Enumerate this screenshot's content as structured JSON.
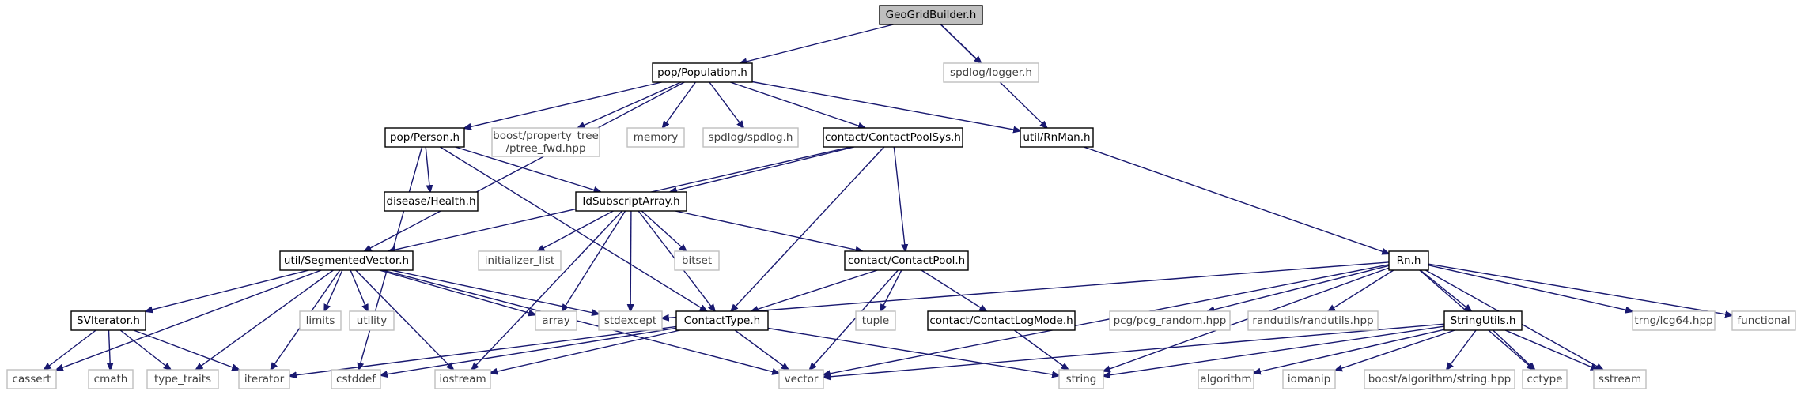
{
  "colors": {
    "edge": "#191970",
    "root_fill": "#bfbfbf",
    "root_stroke": "#000000",
    "internal_stroke": "#000000",
    "external_stroke": "#bfbfbf",
    "external_text": "#404040",
    "text": "#000000"
  },
  "nodes": [
    {
      "id": "geogridbuilder",
      "label": [
        "GeoGridBuilder.h"
      ],
      "kind": "root"
    },
    {
      "id": "population",
      "label": [
        "pop/Population.h"
      ],
      "kind": "internal"
    },
    {
      "id": "logger",
      "label": [
        "spdlog/logger.h"
      ],
      "kind": "external"
    },
    {
      "id": "person",
      "label": [
        "pop/Person.h"
      ],
      "kind": "internal"
    },
    {
      "id": "ptree_fwd",
      "label": [
        "boost/property_tree",
        "/ptree_fwd.hpp"
      ],
      "kind": "external"
    },
    {
      "id": "memory",
      "label": [
        "memory"
      ],
      "kind": "external"
    },
    {
      "id": "spdlog",
      "label": [
        "spdlog/spdlog.h"
      ],
      "kind": "external"
    },
    {
      "id": "contactpoolsys",
      "label": [
        "contact/ContactPoolSys.h"
      ],
      "kind": "internal"
    },
    {
      "id": "rnman",
      "label": [
        "util/RnMan.h"
      ],
      "kind": "internal"
    },
    {
      "id": "health",
      "label": [
        "disease/Health.h"
      ],
      "kind": "internal"
    },
    {
      "id": "idsubscript",
      "label": [
        "IdSubscriptArray.h"
      ],
      "kind": "internal"
    },
    {
      "id": "segmented",
      "label": [
        "util/SegmentedVector.h"
      ],
      "kind": "internal"
    },
    {
      "id": "initializer_list",
      "label": [
        "initializer_list"
      ],
      "kind": "external"
    },
    {
      "id": "bitset",
      "label": [
        "bitset"
      ],
      "kind": "external"
    },
    {
      "id": "contactpool",
      "label": [
        "contact/ContactPool.h"
      ],
      "kind": "internal"
    },
    {
      "id": "rn",
      "label": [
        "Rn.h"
      ],
      "kind": "internal"
    },
    {
      "id": "sviterator",
      "label": [
        "SVIterator.h"
      ],
      "kind": "internal"
    },
    {
      "id": "limits",
      "label": [
        "limits"
      ],
      "kind": "external"
    },
    {
      "id": "utility",
      "label": [
        "utility"
      ],
      "kind": "external"
    },
    {
      "id": "array",
      "label": [
        "array"
      ],
      "kind": "external"
    },
    {
      "id": "stdexcept",
      "label": [
        "stdexcept"
      ],
      "kind": "external"
    },
    {
      "id": "contacttype",
      "label": [
        "ContactType.h"
      ],
      "kind": "internal"
    },
    {
      "id": "tuple",
      "label": [
        "tuple"
      ],
      "kind": "external"
    },
    {
      "id": "contactlogmode",
      "label": [
        "contact/ContactLogMode.h"
      ],
      "kind": "internal"
    },
    {
      "id": "pcg_random",
      "label": [
        "pcg/pcg_random.hpp"
      ],
      "kind": "external"
    },
    {
      "id": "randutils",
      "label": [
        "randutils/randutils.hpp"
      ],
      "kind": "external"
    },
    {
      "id": "stringutils",
      "label": [
        "StringUtils.h"
      ],
      "kind": "internal"
    },
    {
      "id": "lcg64",
      "label": [
        "trng/lcg64.hpp"
      ],
      "kind": "external"
    },
    {
      "id": "functional",
      "label": [
        "functional"
      ],
      "kind": "external"
    },
    {
      "id": "cassert",
      "label": [
        "cassert"
      ],
      "kind": "external"
    },
    {
      "id": "cmath",
      "label": [
        "cmath"
      ],
      "kind": "external"
    },
    {
      "id": "type_traits",
      "label": [
        "type_traits"
      ],
      "kind": "external"
    },
    {
      "id": "iterator",
      "label": [
        "iterator"
      ],
      "kind": "external"
    },
    {
      "id": "cstddef",
      "label": [
        "cstddef"
      ],
      "kind": "external"
    },
    {
      "id": "iostream",
      "label": [
        "iostream"
      ],
      "kind": "external"
    },
    {
      "id": "vector",
      "label": [
        "vector"
      ],
      "kind": "external"
    },
    {
      "id": "string",
      "label": [
        "string"
      ],
      "kind": "external"
    },
    {
      "id": "algorithm",
      "label": [
        "algorithm"
      ],
      "kind": "external"
    },
    {
      "id": "iomanip",
      "label": [
        "iomanip"
      ],
      "kind": "external"
    },
    {
      "id": "boost_string",
      "label": [
        "boost/algorithm/string.hpp"
      ],
      "kind": "external"
    },
    {
      "id": "cctype",
      "label": [
        "cctype"
      ],
      "kind": "external"
    },
    {
      "id": "sstream",
      "label": [
        "sstream"
      ],
      "kind": "external"
    }
  ],
  "edges": [
    [
      "geogridbuilder",
      "population"
    ],
    [
      "geogridbuilder",
      "logger"
    ],
    [
      "geogridbuilder",
      "rnman"
    ],
    [
      "population",
      "segmented"
    ],
    [
      "population",
      "person"
    ],
    [
      "population",
      "ptree_fwd"
    ],
    [
      "population",
      "memory"
    ],
    [
      "population",
      "spdlog"
    ],
    [
      "population",
      "contactpoolsys"
    ],
    [
      "population",
      "rnman"
    ],
    [
      "person",
      "health"
    ],
    [
      "person",
      "idsubscript"
    ],
    [
      "person",
      "contacttype"
    ],
    [
      "person",
      "cstddef"
    ],
    [
      "contactpoolsys",
      "idsubscript"
    ],
    [
      "contactpoolsys",
      "segmented"
    ],
    [
      "contactpoolsys",
      "contactpool"
    ],
    [
      "contactpoolsys",
      "contacttype"
    ],
    [
      "rnman",
      "rn"
    ],
    [
      "idsubscript",
      "initializer_list"
    ],
    [
      "idsubscript",
      "bitset"
    ],
    [
      "idsubscript",
      "array"
    ],
    [
      "idsubscript",
      "stdexcept"
    ],
    [
      "idsubscript",
      "contacttype"
    ],
    [
      "idsubscript",
      "iostream"
    ],
    [
      "idsubscript",
      "contactpool"
    ],
    [
      "segmented",
      "sviterator"
    ],
    [
      "segmented",
      "cassert"
    ],
    [
      "segmented",
      "limits"
    ],
    [
      "segmented",
      "utility"
    ],
    [
      "segmented",
      "array"
    ],
    [
      "segmented",
      "stdexcept"
    ],
    [
      "segmented",
      "type_traits"
    ],
    [
      "segmented",
      "iterator"
    ],
    [
      "segmented",
      "iostream"
    ],
    [
      "segmented",
      "vector"
    ],
    [
      "contactpool",
      "contacttype"
    ],
    [
      "contactpool",
      "tuple"
    ],
    [
      "contactpool",
      "contactlogmode"
    ],
    [
      "contactpool",
      "vector"
    ],
    [
      "rn",
      "stdexcept"
    ],
    [
      "rn",
      "vector"
    ],
    [
      "rn",
      "pcg_random"
    ],
    [
      "rn",
      "randutils"
    ],
    [
      "rn",
      "stringutils"
    ],
    [
      "rn",
      "lcg64"
    ],
    [
      "rn",
      "functional"
    ],
    [
      "rn",
      "string"
    ],
    [
      "rn",
      "cctype"
    ],
    [
      "rn",
      "sstream"
    ],
    [
      "sviterator",
      "cassert"
    ],
    [
      "sviterator",
      "cmath"
    ],
    [
      "sviterator",
      "type_traits"
    ],
    [
      "sviterator",
      "iterator"
    ],
    [
      "contacttype",
      "iterator"
    ],
    [
      "contacttype",
      "cstddef"
    ],
    [
      "contacttype",
      "iostream"
    ],
    [
      "contacttype",
      "vector"
    ],
    [
      "contacttype",
      "string"
    ],
    [
      "contactlogmode",
      "string"
    ],
    [
      "stringutils",
      "vector"
    ],
    [
      "stringutils",
      "string"
    ],
    [
      "stringutils",
      "algorithm"
    ],
    [
      "stringutils",
      "iomanip"
    ],
    [
      "stringutils",
      "boost_string"
    ],
    [
      "stringutils",
      "cctype"
    ],
    [
      "stringutils",
      "sstream"
    ]
  ]
}
